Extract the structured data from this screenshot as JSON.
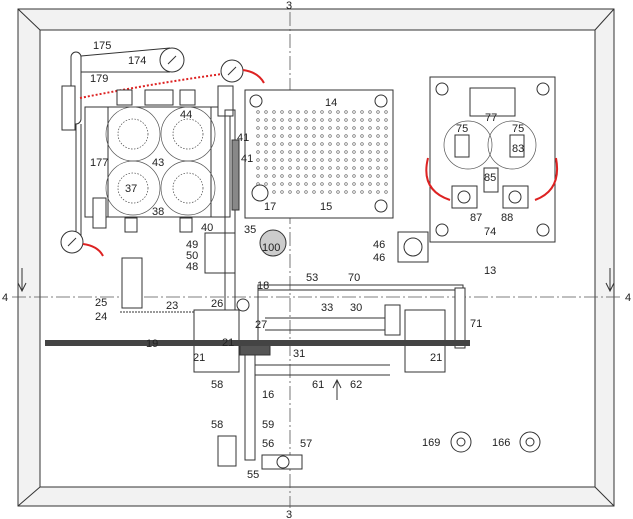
{
  "section_marks": {
    "top": "3",
    "bottom": "3",
    "left": "4",
    "right": "4"
  },
  "labels": [
    "175",
    "174",
    "179",
    "177",
    "44",
    "43",
    "37",
    "38",
    "14",
    "41",
    "41",
    "17",
    "15",
    "40",
    "35",
    "49",
    "50",
    "48",
    "100",
    "46",
    "46",
    "13",
    "53",
    "70",
    "18",
    "25",
    "26",
    "23",
    "24",
    "33",
    "30",
    "27",
    "71",
    "19",
    "21",
    "21",
    "21",
    "31",
    "58",
    "61",
    "62",
    "16",
    "58",
    "59",
    "56",
    "57",
    "55",
    "169",
    "166",
    "77",
    "75",
    "75",
    "83",
    "85",
    "87",
    "88",
    "74"
  ],
  "colors": {
    "spring": "#dd2222",
    "line": "#333333"
  }
}
